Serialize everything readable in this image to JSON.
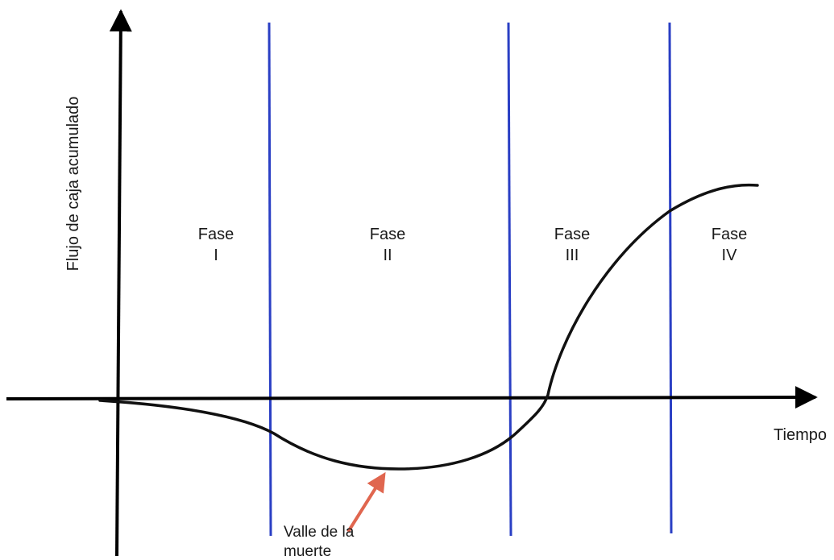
{
  "axes": {
    "y_label": "Flujo de caja acumulado",
    "x_label": "Tiempo"
  },
  "phases": [
    {
      "line1": "Fase",
      "line2": "I"
    },
    {
      "line1": "Fase",
      "line2": "II"
    },
    {
      "line1": "Fase",
      "line2": "III"
    },
    {
      "line1": "Fase",
      "line2": "IV"
    }
  ],
  "annotation": {
    "line1": "Valle de la",
    "line2": "muerte"
  },
  "colors": {
    "axis": "#000000",
    "curve": "#111111",
    "phase_divider": "#2a3fc4",
    "annotation_arrow": "#e0664f"
  }
}
